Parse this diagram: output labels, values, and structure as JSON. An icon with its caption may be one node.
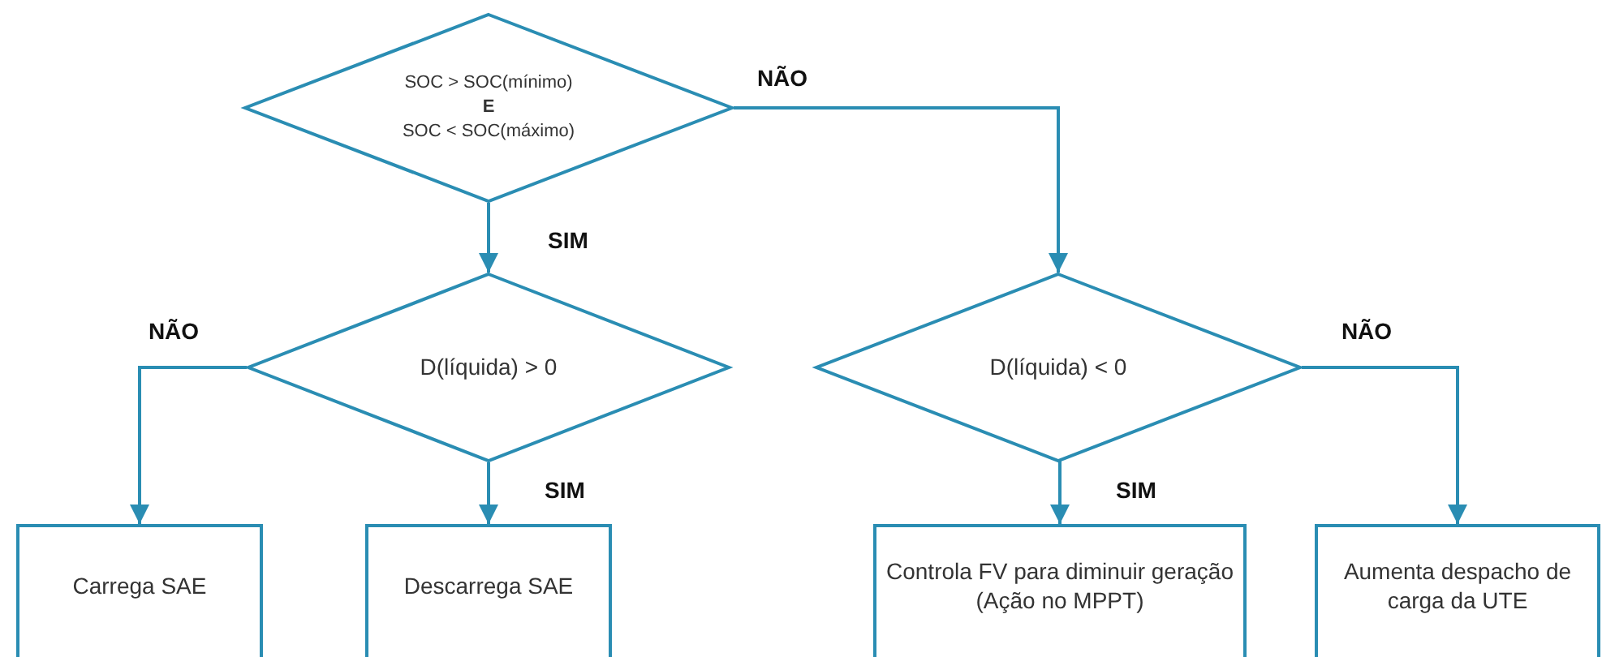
{
  "diagram": {
    "nodes": [
      {
        "text": [
          "SOC > SOC(mínimo)",
          "E",
          "SOC < SOC(máximo)"
        ]
      },
      {
        "text": [
          "D(líquida) > 0"
        ]
      },
      {
        "text": [
          "D(líquida) < 0"
        ]
      },
      {
        "text": [
          "Carrega SAE"
        ]
      },
      {
        "text": [
          "Descarrega SAE"
        ]
      },
      {
        "text": [
          "Controla FV para diminuir geração",
          "(Ação no MPPT)"
        ]
      },
      {
        "text": [
          "Aumenta despacho de carga da UTE"
        ]
      }
    ],
    "edges": [
      {
        "from": 0,
        "to": 1,
        "arrow": "to",
        "label": "SIM"
      },
      {
        "from": 0,
        "to": 2,
        "arrow": "to",
        "label": "NÃO"
      },
      {
        "from": 1,
        "to": 3,
        "arrow": "to",
        "label": "NÃO"
      },
      {
        "from": 1,
        "to": 4,
        "arrow": "to",
        "label": "SIM"
      },
      {
        "from": 2,
        "to": 5,
        "arrow": "to",
        "label": "SIM"
      },
      {
        "from": 2,
        "to": 6,
        "arrow": "to",
        "label": "NÃO"
      }
    ]
  }
}
